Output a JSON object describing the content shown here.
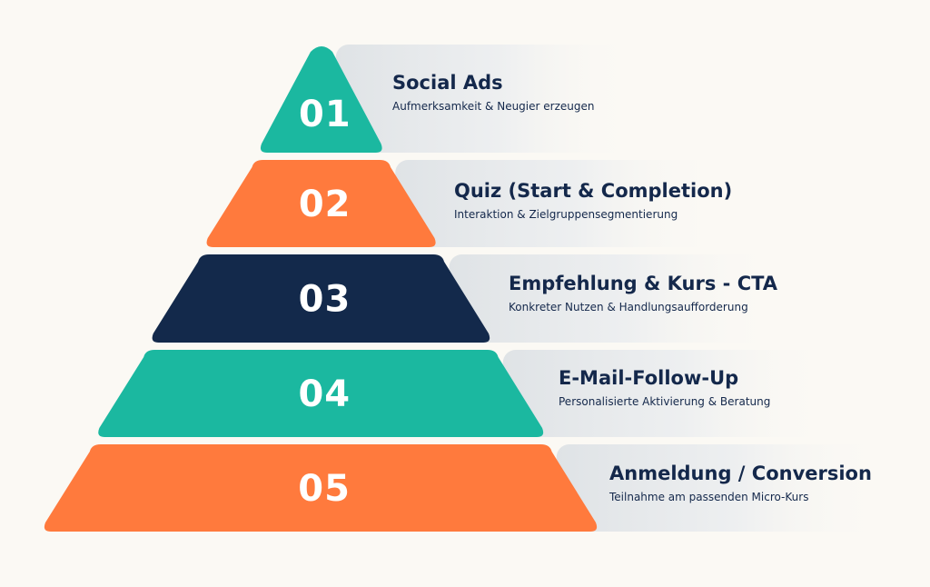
{
  "levels": [
    {
      "number": "01",
      "title": "Social Ads",
      "subtitle": "Aufmerksamkeit & Neugier erzeugen",
      "color": "#1bb8a0"
    },
    {
      "number": "02",
      "title": "Quiz (Start & Completion)",
      "subtitle": "Interaktion & Zielgruppensegmentierung",
      "color": "#ff7a3d"
    },
    {
      "number": "03",
      "title": "Empfehlung & Kurs - CTA",
      "subtitle": "Konkreter Nutzen & Handlungsaufforderung",
      "color": "#13294b"
    },
    {
      "number": "04",
      "title": "E-Mail-Follow-Up",
      "subtitle": "Personalisierte Aktivierung & Beratung",
      "color": "#1bb8a0"
    },
    {
      "number": "05",
      "title": "Anmeldung / Conversion",
      "subtitle": "Teilnahme am passenden Micro-Kurs",
      "color": "#ff7a3d"
    }
  ]
}
